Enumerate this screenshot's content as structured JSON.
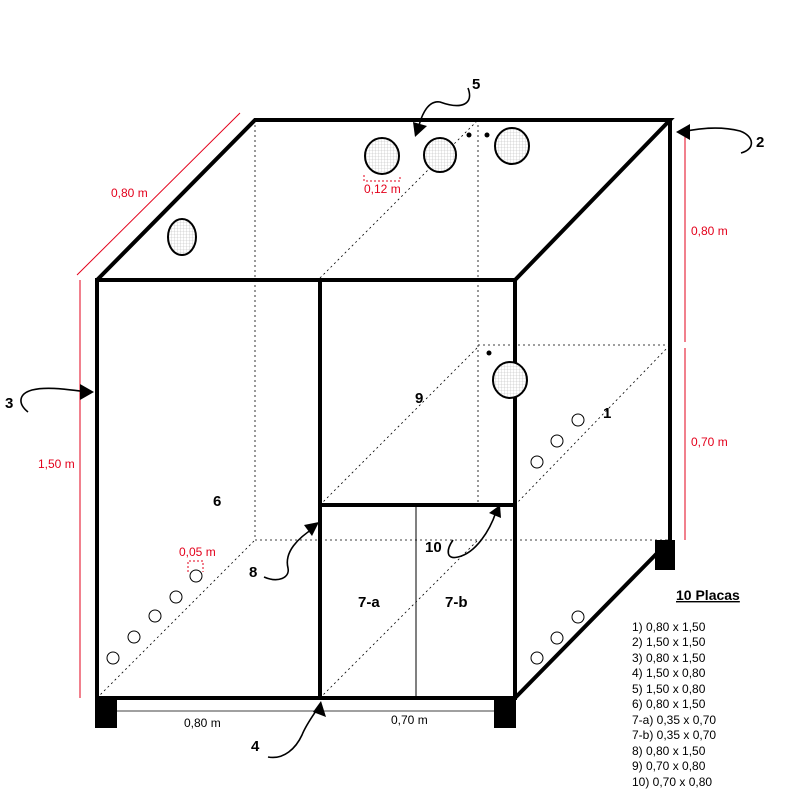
{
  "colors": {
    "line": "#000000",
    "dimension": "#e3001b",
    "hole_fill": "#eeeeee"
  },
  "dimensions": {
    "depth_top": "0,80 m",
    "height_upper": "0,80 m",
    "height_lower": "0,70 m",
    "height_left": "1,50 m",
    "width_left": "0,80 m",
    "width_right": "0,70 m",
    "hole_large": "0,12 m",
    "hole_small": "0,05 m"
  },
  "panels": {
    "p1": "1",
    "p2": "2",
    "p3": "3",
    "p4": "4",
    "p5": "5",
    "p6": "6",
    "p7a": "7-a",
    "p7b": "7-b",
    "p8": "8",
    "p9": "9",
    "p10": "10"
  },
  "legend": {
    "title": "10 Placas",
    "items": [
      "1) 0,80 x 1,50",
      "2) 1,50 x 1,50",
      "3) 0,80 x 1,50",
      "4) 1,50 x 0,80",
      "5) 1,50 x 0,80",
      "6) 0,80 x 1,50",
      "7-a) 0,35 x 0,70",
      "7-b) 0,35 x 0,70",
      "8) 0,80 x 1,50",
      "9) 0,70 x 0,80",
      "10) 0,70 x 0,80"
    ]
  }
}
